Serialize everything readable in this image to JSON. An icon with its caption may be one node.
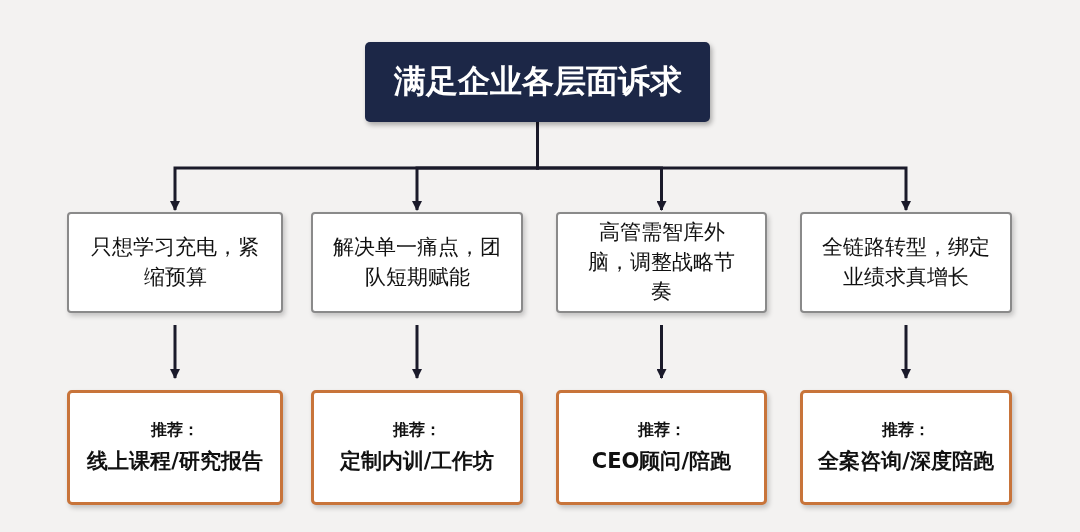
{
  "diagram": {
    "nodes": [
      {
        "text": [
          "满足企业各层面诉求"
        ]
      },
      {
        "text": [
          "只想学习充电，紧缩预算"
        ]
      },
      {
        "text": [
          "解决单一痛点，团队短期赋能"
        ]
      },
      {
        "text": [
          "高管需智库外脑，调整战略节奏"
        ]
      },
      {
        "text": [
          "全链路转型，绑定业绩求真增长"
        ]
      },
      {
        "text": [
          "推荐：",
          "线上课程/研究报告"
        ]
      },
      {
        "text": [
          "推荐：",
          "定制内训/工作坊"
        ]
      },
      {
        "text": [
          "推荐：",
          "CEO顾问/陪跑"
        ]
      },
      {
        "text": [
          "推荐：",
          "全案咨询/深度陪跑"
        ]
      }
    ],
    "edges": [
      {
        "from": 0,
        "to": 1,
        "arrow": "to"
      },
      {
        "from": 0,
        "to": 2,
        "arrow": "to"
      },
      {
        "from": 0,
        "to": 3,
        "arrow": "to"
      },
      {
        "from": 0,
        "to": 4,
        "arrow": "to"
      },
      {
        "from": 1,
        "to": 5,
        "arrow": "to"
      },
      {
        "from": 2,
        "to": 6,
        "arrow": "to"
      },
      {
        "from": 3,
        "to": 7,
        "arrow": "to"
      },
      {
        "from": 4,
        "to": 8,
        "arrow": "to"
      }
    ]
  }
}
